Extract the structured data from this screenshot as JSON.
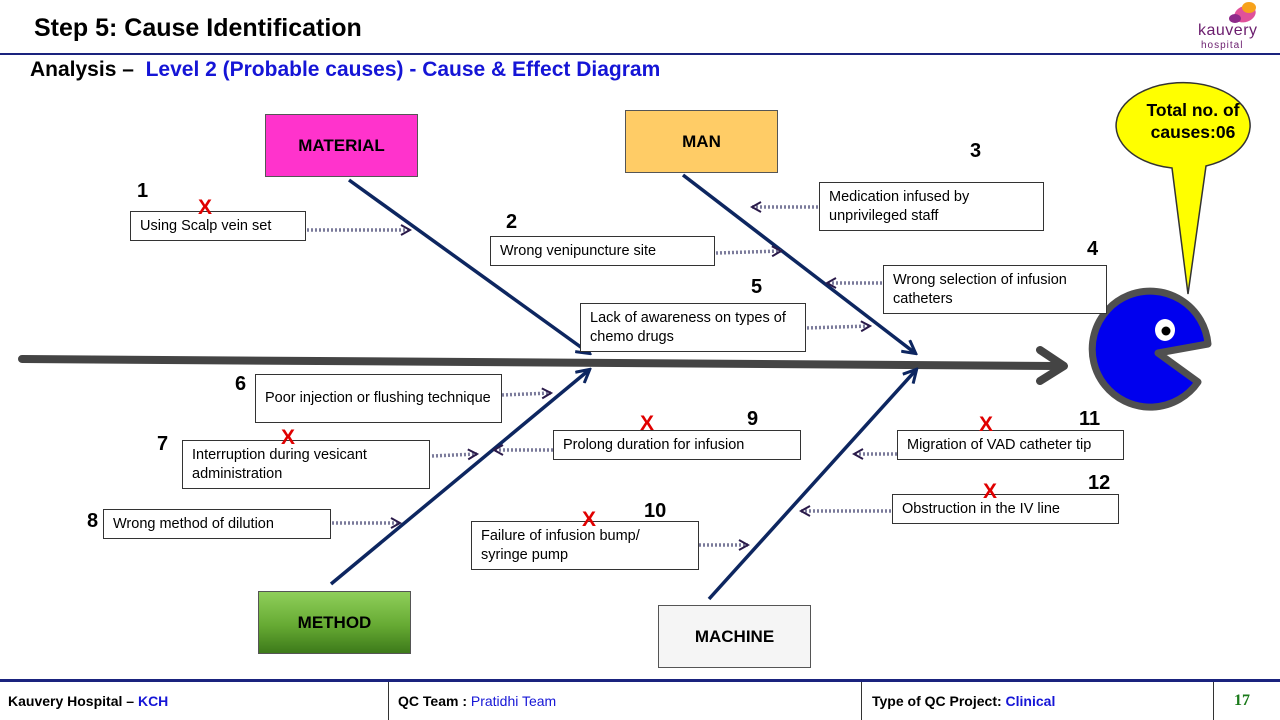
{
  "header": {
    "title": "Step 5: Cause Identification",
    "subtitle_prefix": "Analysis –",
    "subtitle_accent": "Level 2  (Probable  causes) -  Cause & Effect Diagram"
  },
  "logo": {
    "name": "kauvery",
    "subname": "hospital"
  },
  "diagram": {
    "categories": {
      "material": {
        "label": "MATERIAL",
        "color": "#ff33cc"
      },
      "man": {
        "label": "MAN",
        "color": "#ffcc66"
      },
      "method": {
        "label": "METHOD",
        "color": "#66aa33"
      },
      "machine": {
        "label": "MACHINE",
        "color": "#f5f5f5"
      }
    },
    "causes": [
      {
        "number": "1",
        "text": "Using  Scalp vein set",
        "crossed": true
      },
      {
        "number": "2",
        "text": "Wrong venipuncture  site",
        "crossed": false
      },
      {
        "number": "3",
        "text": "Medication infused by unprivileged staff",
        "crossed": false
      },
      {
        "number": "4",
        "text": "Wrong selection of infusion catheters",
        "crossed": false
      },
      {
        "number": "5",
        "text": "Lack of awareness on types of chemo drugs",
        "crossed": false
      },
      {
        "number": "6",
        "text": "Poor injection or  flushing technique",
        "crossed": false
      },
      {
        "number": "7",
        "text": "Interruption  during vesicant administration",
        "crossed": true
      },
      {
        "number": "8",
        "text": "Wrong method of dilution",
        "crossed": false
      },
      {
        "number": "9",
        "text": "Prolong duration for infusion",
        "crossed": true
      },
      {
        "number": "10",
        "text": "Failure of infusion bump/ syringe pump",
        "crossed": true
      },
      {
        "number": "11",
        "text": "Migration of VAD catheter tip",
        "crossed": true
      },
      {
        "number": "12",
        "text": "Obstruction  in the IV line",
        "crossed": true
      }
    ],
    "cross_mark": "X",
    "callout": "Total no. of causes:06"
  },
  "footer": {
    "hospital_label": "Kauvery Hospital –",
    "hospital_code": "KCH",
    "team_label": "QC Team :",
    "team_value": "Pratidhi Team",
    "project_label": "Type of QC Project:",
    "project_value": "Clinical",
    "page_number": "17"
  }
}
